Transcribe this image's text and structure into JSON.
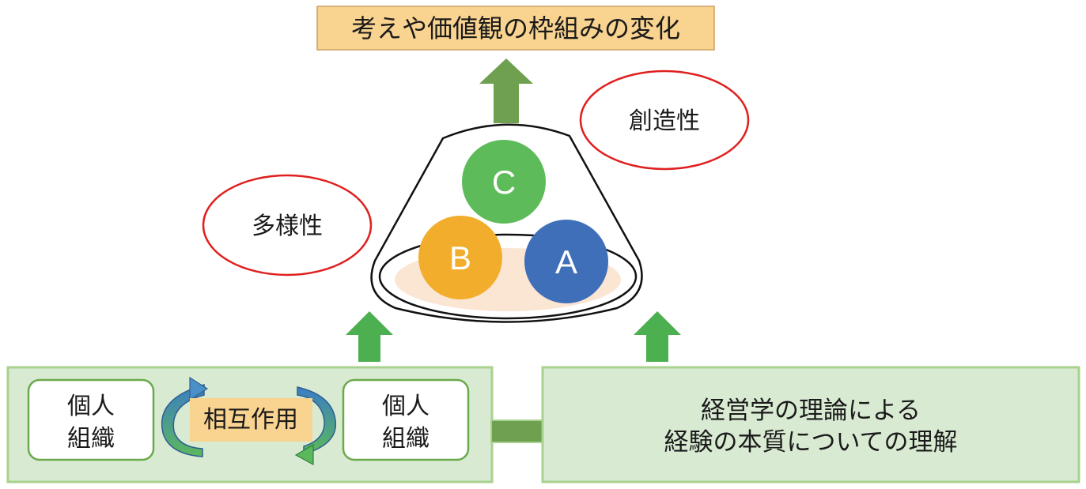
{
  "top_box": {
    "text": "考えや価値観の枠組みの変化"
  },
  "ovals": {
    "creativity": "創造性",
    "diversity": "多様性"
  },
  "circles": {
    "c": "C",
    "b": "B",
    "a": "A"
  },
  "left_panel": {
    "individual_left": [
      "個人",
      "組織"
    ],
    "interaction": "相互作用",
    "individual_right": [
      "個人",
      "組織"
    ]
  },
  "right_panel": {
    "lines": [
      "経営学の理論による",
      "経験の本質についての理解"
    ]
  },
  "colors": {
    "top_box_fill": "#f9d390",
    "arrow_green": "#4caf50",
    "arrow_dark_green": "#6ea04f",
    "oval_border": "#e02020",
    "circle_c": "#5dbb5a",
    "circle_b": "#f2ad2c",
    "circle_a": "#3f6fb8",
    "panel_fill": "#d9ead3",
    "panel_border": "#a9d18e"
  }
}
